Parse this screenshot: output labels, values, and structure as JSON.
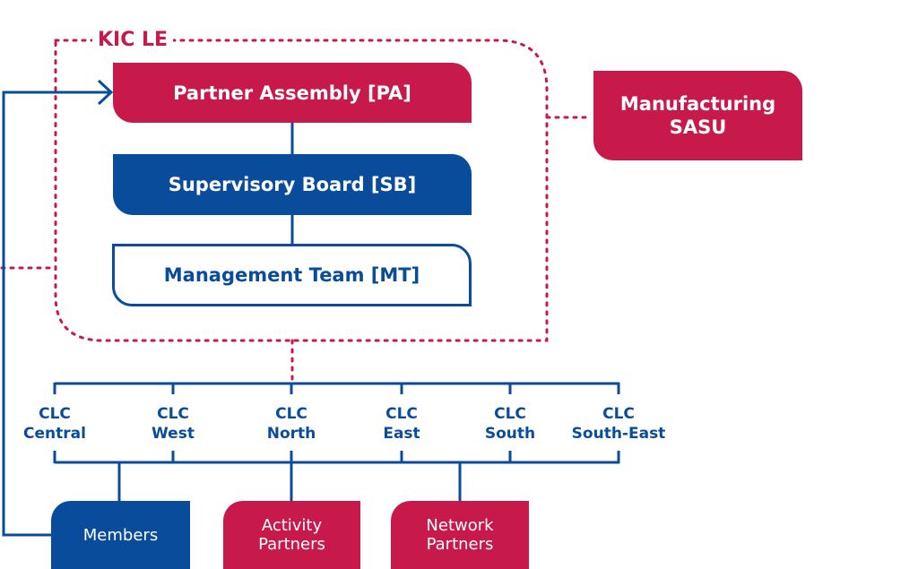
{
  "kic": {
    "label": "KIC LE"
  },
  "governance": {
    "partner_assembly": "Partner Assembly [PA]",
    "supervisory_board": "Supervisory Board [SB]",
    "management_team": "Management Team [MT]"
  },
  "sasu": {
    "line1": "Manufacturing",
    "line2": "SASU"
  },
  "clcs": [
    {
      "line1": "CLC",
      "line2": "Central"
    },
    {
      "line1": "CLC",
      "line2": "West"
    },
    {
      "line1": "CLC",
      "line2": "North"
    },
    {
      "line1": "CLC",
      "line2": "East"
    },
    {
      "line1": "CLC",
      "line2": "South"
    },
    {
      "line1": "CLC",
      "line2": "South-East"
    }
  ],
  "members": {
    "label": "Members"
  },
  "activity_partners": {
    "line1": "Activity",
    "line2": "Partners"
  },
  "network_partners": {
    "line1": "Network",
    "line2": "Partners"
  },
  "colors": {
    "crimson": "#c8194b",
    "blue": "#0a4c9c"
  }
}
